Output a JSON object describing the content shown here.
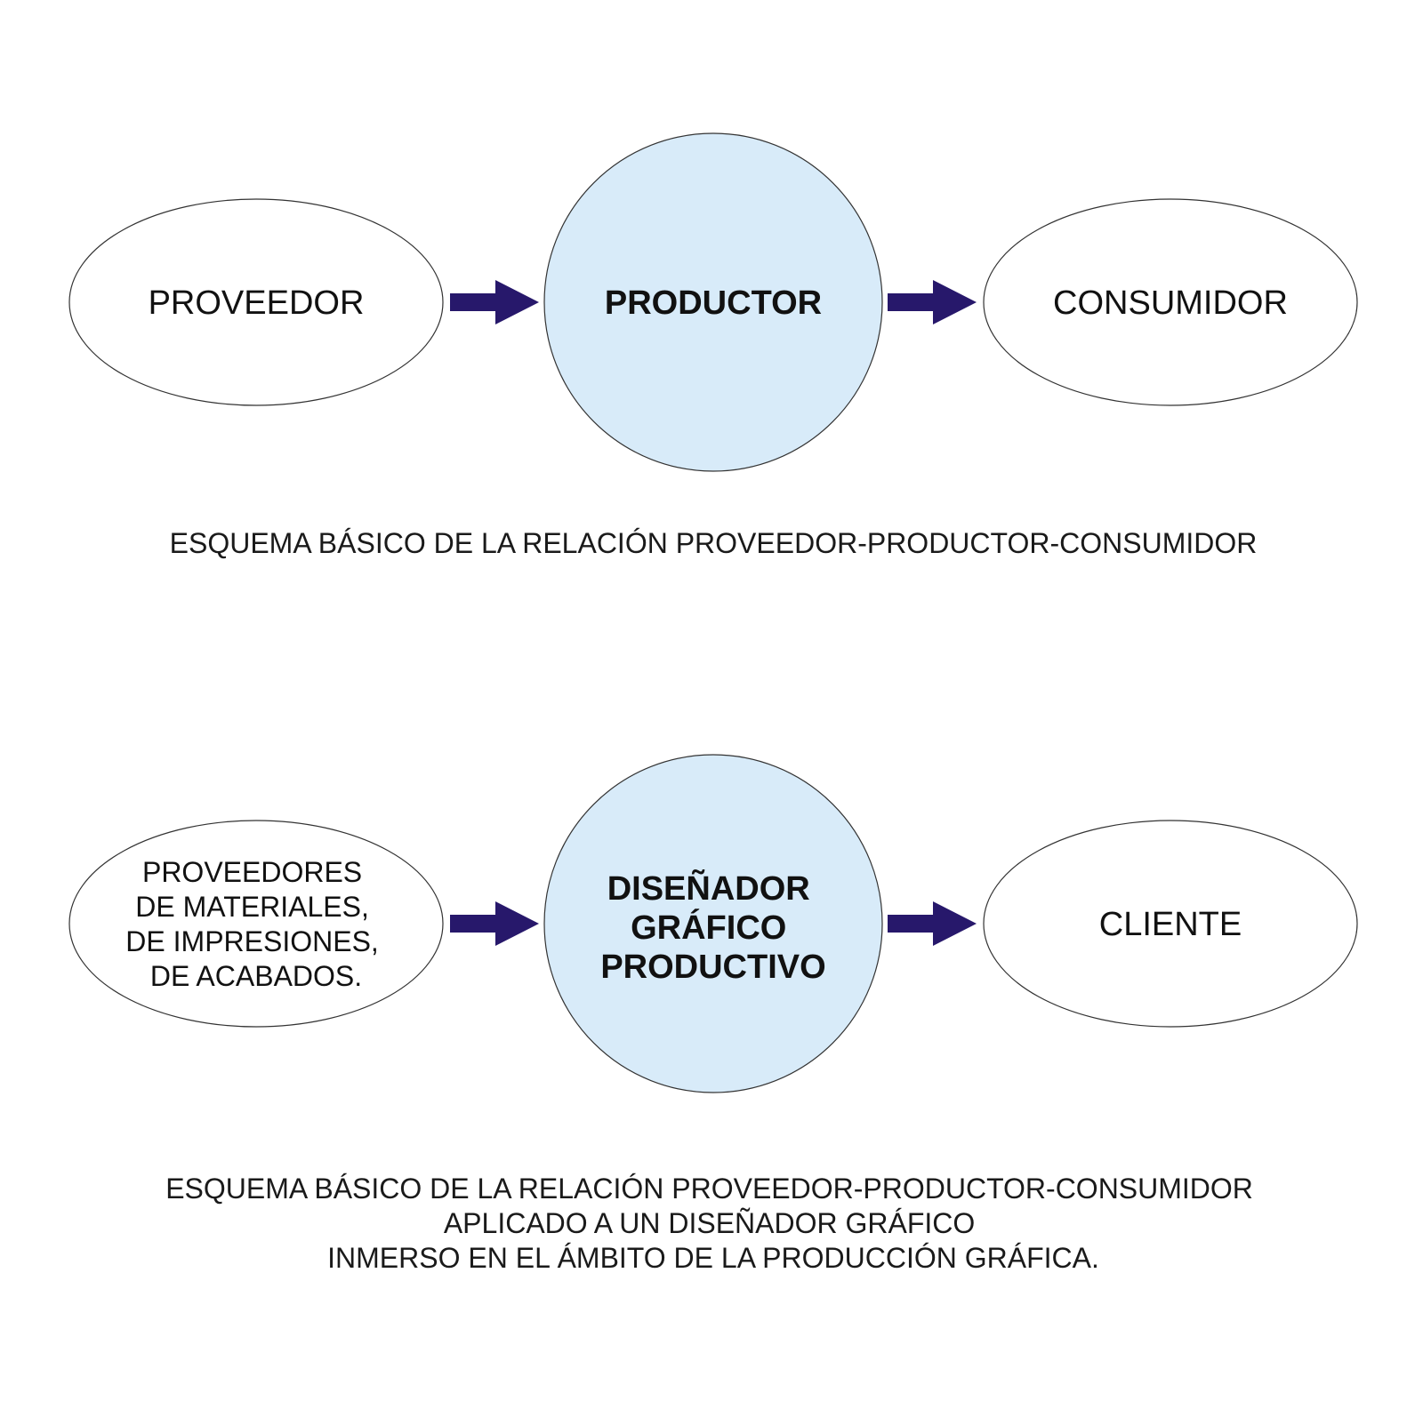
{
  "colors": {
    "center_fill": "#d8ebf9",
    "outer_fill": "#ffffff",
    "stroke": "#333333",
    "arrow": "#27186b"
  },
  "diagrams": [
    {
      "nodes": {
        "left": {
          "lines": [
            "PROVEEDOR"
          ]
        },
        "center": {
          "lines": [
            "PRODUCTOR"
          ]
        },
        "right": {
          "lines": [
            "CONSUMIDOR"
          ]
        }
      },
      "caption": [
        "ESQUEMA BÁSICO DE LA RELACIÓN PROVEEDOR-PRODUCTOR-CONSUMIDOR"
      ]
    },
    {
      "nodes": {
        "left": {
          "lines": [
            "PROVEEDORES",
            "DE MATERIALES,",
            "DE IMPRESIONES,",
            "DE ACABADOS."
          ]
        },
        "center": {
          "lines": [
            "DISEÑADOR",
            "GRÁFICO",
            "PRODUCTIVO"
          ]
        },
        "right": {
          "lines": [
            "CLIENTE"
          ]
        }
      },
      "caption": [
        "ESQUEMA BÁSICO DE LA RELACIÓN PROVEEDOR-PRODUCTOR-CONSUMIDOR",
        "APLICADO A UN DISEÑADOR GRÁFICO",
        "INMERSO EN EL ÁMBITO DE LA PRODUCCIÓN GRÁFICA."
      ]
    }
  ]
}
